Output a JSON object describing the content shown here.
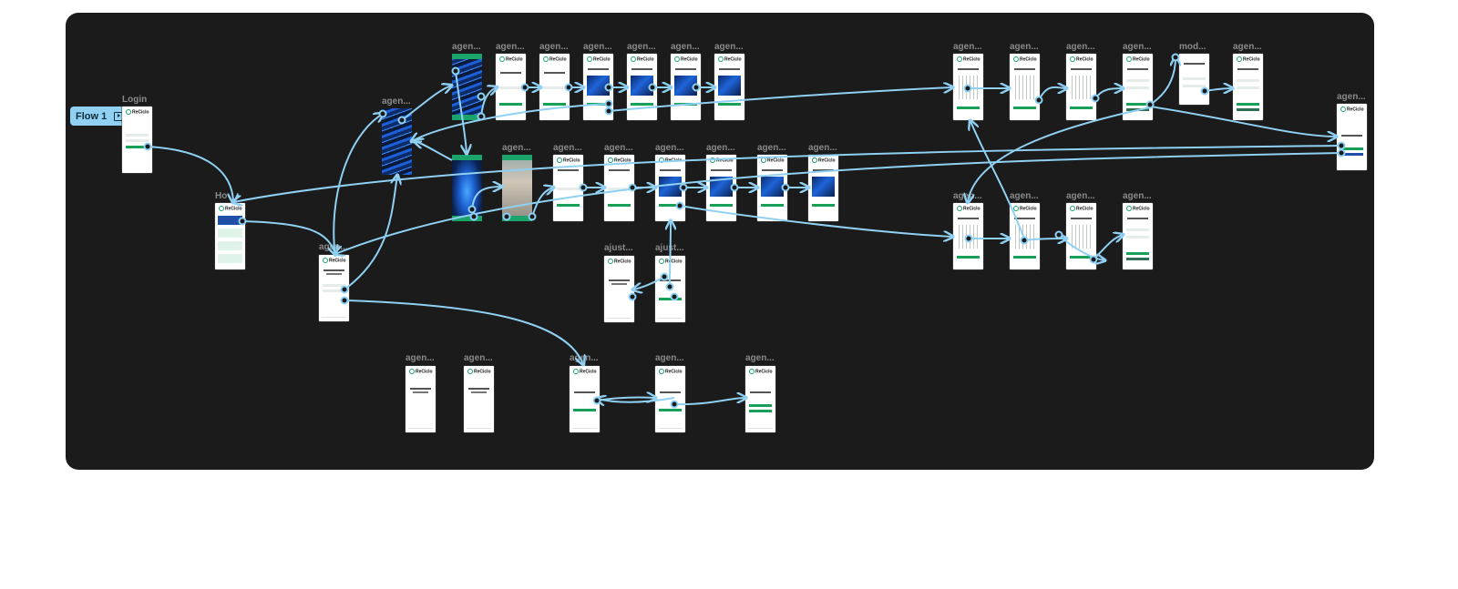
{
  "canvas": {
    "background": "#1b1b1b"
  },
  "flow_chip": {
    "label": "Flow 1",
    "icon": "play-frame-icon"
  },
  "colors": {
    "connector": "#8fd0f3",
    "accent": "#18a058",
    "label": "#8a8a8a"
  },
  "brand": "ReCiclo",
  "frames": [
    {
      "name": "login",
      "label": "Login"
    },
    {
      "name": "home",
      "label": "Ho"
    },
    {
      "name": "agen-photo-mid",
      "label": "agen..."
    },
    {
      "name": "agen-dialog",
      "label": "agen..."
    },
    {
      "name": "agen-top-1",
      "label": "agen..."
    },
    {
      "name": "agen-top-2",
      "label": "agen..."
    },
    {
      "name": "agen-top-3",
      "label": "agen..."
    },
    {
      "name": "agen-top-4",
      "label": "agen..."
    },
    {
      "name": "agen-top-5",
      "label": "agen..."
    },
    {
      "name": "agen-top-6",
      "label": "agen..."
    },
    {
      "name": "agen-top-7",
      "label": "agen..."
    },
    {
      "name": "agen-mid-2",
      "label": "agen..."
    },
    {
      "name": "agen-mid-3",
      "label": "agen..."
    },
    {
      "name": "agen-mid-4",
      "label": "agen..."
    },
    {
      "name": "agen-mid-5",
      "label": "agen..."
    },
    {
      "name": "agen-mid-6",
      "label": "agen..."
    },
    {
      "name": "agen-mid-7",
      "label": "agen..."
    },
    {
      "name": "agen-mid-8",
      "label": "agen..."
    },
    {
      "name": "ajust-1",
      "label": "ajust..."
    },
    {
      "name": "ajust-2",
      "label": "ajust..."
    },
    {
      "name": "agen-bot-1",
      "label": "agen..."
    },
    {
      "name": "agen-bot-2",
      "label": "agen..."
    },
    {
      "name": "agen-bot-3",
      "label": "agen..."
    },
    {
      "name": "agen-bot-4",
      "label": "agen..."
    },
    {
      "name": "agen-bot-5",
      "label": "agen..."
    },
    {
      "name": "agen-r1-1",
      "label": "agen..."
    },
    {
      "name": "agen-r1-2",
      "label": "agen..."
    },
    {
      "name": "agen-r1-3",
      "label": "agen..."
    },
    {
      "name": "agen-r1-4",
      "label": "agen..."
    },
    {
      "name": "mod-r1",
      "label": "mod..."
    },
    {
      "name": "agen-r1-6",
      "label": "agen..."
    },
    {
      "name": "agen-final",
      "label": "agen..."
    },
    {
      "name": "agen-r2-1",
      "label": "agen..."
    },
    {
      "name": "agen-r2-2",
      "label": "agen..."
    },
    {
      "name": "agen-r2-3",
      "label": "agen..."
    },
    {
      "name": "agen-r2-4",
      "label": "agen..."
    }
  ]
}
